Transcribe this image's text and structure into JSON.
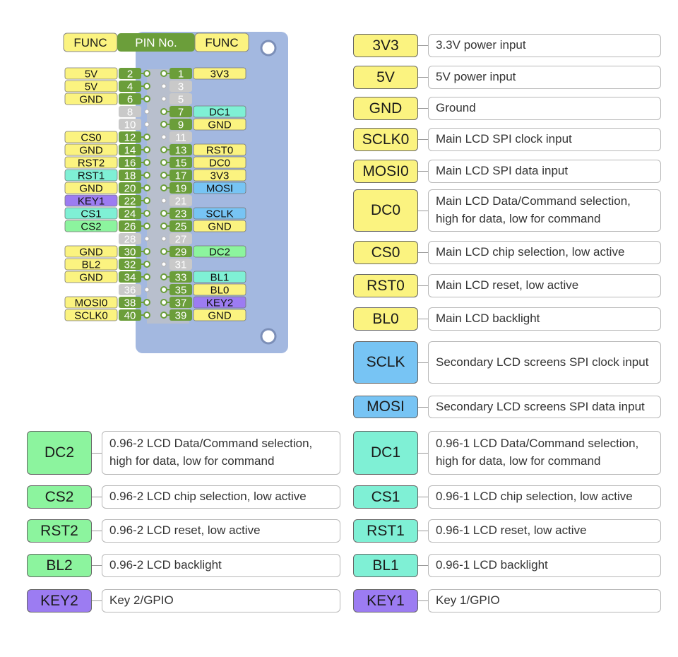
{
  "header": {
    "func_left": "FUNC",
    "pin_no": "PIN No.",
    "func_right": "FUNC"
  },
  "colors": {
    "yellow": "#fbf380",
    "green_pin": "#6b9e3a",
    "gray_pin": "#c9c9c9",
    "cyan": "#7ff0d5",
    "blue": "#77c4f4",
    "purple": "#9c7cf2",
    "mint": "#8cf49e",
    "board": "#a3b8e0"
  },
  "pins": [
    {
      "n": "1",
      "func": "3V3",
      "color": "yellow",
      "active": true
    },
    {
      "n": "2",
      "func": "5V",
      "color": "yellow",
      "active": true
    },
    {
      "n": "3",
      "func": "",
      "color": "",
      "active": false
    },
    {
      "n": "4",
      "func": "5V",
      "color": "yellow",
      "active": true
    },
    {
      "n": "5",
      "func": "",
      "color": "",
      "active": false
    },
    {
      "n": "6",
      "func": "GND",
      "color": "yellow",
      "active": true
    },
    {
      "n": "7",
      "func": "DC1",
      "color": "cyan",
      "active": true
    },
    {
      "n": "8",
      "func": "",
      "color": "",
      "active": false
    },
    {
      "n": "9",
      "func": "GND",
      "color": "yellow",
      "active": true
    },
    {
      "n": "10",
      "func": "",
      "color": "",
      "active": false
    },
    {
      "n": "11",
      "func": "",
      "color": "",
      "active": false
    },
    {
      "n": "12",
      "func": "CS0",
      "color": "yellow",
      "active": true
    },
    {
      "n": "13",
      "func": "RST0",
      "color": "yellow",
      "active": true
    },
    {
      "n": "14",
      "func": "GND",
      "color": "yellow",
      "active": true
    },
    {
      "n": "15",
      "func": "DC0",
      "color": "yellow",
      "active": true
    },
    {
      "n": "16",
      "func": "RST2",
      "color": "yellow",
      "active": true
    },
    {
      "n": "17",
      "func": "3V3",
      "color": "yellow",
      "active": true
    },
    {
      "n": "18",
      "func": "RST1",
      "color": "cyan",
      "active": true
    },
    {
      "n": "19",
      "func": "MOSI",
      "color": "blue",
      "active": true
    },
    {
      "n": "20",
      "func": "GND",
      "color": "yellow",
      "active": true
    },
    {
      "n": "21",
      "func": "",
      "color": "",
      "active": false
    },
    {
      "n": "22",
      "func": "KEY1",
      "color": "purple",
      "active": true
    },
    {
      "n": "23",
      "func": "SCLK",
      "color": "blue",
      "active": true
    },
    {
      "n": "24",
      "func": "CS1",
      "color": "cyan",
      "active": true
    },
    {
      "n": "25",
      "func": "GND",
      "color": "yellow",
      "active": true
    },
    {
      "n": "26",
      "func": "CS2",
      "color": "mint",
      "active": true
    },
    {
      "n": "27",
      "func": "",
      "color": "",
      "active": false
    },
    {
      "n": "28",
      "func": "",
      "color": "",
      "active": false
    },
    {
      "n": "29",
      "func": "DC2",
      "color": "mint",
      "active": true
    },
    {
      "n": "30",
      "func": "GND",
      "color": "yellow",
      "active": true
    },
    {
      "n": "31",
      "func": "",
      "color": "",
      "active": false
    },
    {
      "n": "32",
      "func": "BL2",
      "color": "yellow",
      "active": true
    },
    {
      "n": "33",
      "func": "BL1",
      "color": "cyan",
      "active": true
    },
    {
      "n": "34",
      "func": "GND",
      "color": "yellow",
      "active": true
    },
    {
      "n": "35",
      "func": "BL0",
      "color": "yellow",
      "active": true
    },
    {
      "n": "36",
      "func": "",
      "color": "",
      "active": false
    },
    {
      "n": "37",
      "func": "KEY2",
      "color": "purple",
      "active": true
    },
    {
      "n": "38",
      "func": "MOSI0",
      "color": "yellow",
      "active": true
    },
    {
      "n": "39",
      "func": "GND",
      "color": "yellow",
      "active": true
    },
    {
      "n": "40",
      "func": "SCLK0",
      "color": "yellow",
      "active": true
    }
  ],
  "legend_right": [
    {
      "label": "3V3",
      "desc": "3.3V power input",
      "color": "yellow"
    },
    {
      "label": "5V",
      "desc": "5V power input",
      "color": "yellow"
    },
    {
      "label": "GND",
      "desc": "Ground",
      "color": "yellow"
    },
    {
      "label": "SCLK0",
      "desc": "Main LCD SPI clock input",
      "color": "yellow"
    },
    {
      "label": "MOSI0",
      "desc": "Main LCD SPI data input",
      "color": "yellow"
    },
    {
      "label": "DC0",
      "desc": "Main LCD Data/Command selection, high for data, low for command",
      "color": "yellow"
    },
    {
      "label": "CS0",
      "desc": "Main LCD chip selection, low active",
      "color": "yellow"
    },
    {
      "label": "RST0",
      "desc": "Main LCD reset, low active",
      "color": "yellow"
    },
    {
      "label": "BL0",
      "desc": "Main LCD backlight",
      "color": "yellow"
    },
    {
      "label": "SCLK",
      "desc": "Secondary LCD screens SPI clock input",
      "color": "blue"
    },
    {
      "label": "MOSI",
      "desc": "Secondary LCD screens SPI data input",
      "color": "blue"
    },
    {
      "label": "DC1",
      "desc": "0.96-1 LCD Data/Command selection, high for data, low for command",
      "color": "cyan"
    },
    {
      "label": "CS1",
      "desc": "0.96-1 LCD chip selection, low active",
      "color": "cyan"
    },
    {
      "label": "RST1",
      "desc": "0.96-1 LCD reset, low active",
      "color": "cyan"
    },
    {
      "label": "BL1",
      "desc": "0.96-1 LCD backlight",
      "color": "cyan"
    },
    {
      "label": "KEY1",
      "desc": "Key 1/GPIO",
      "color": "purple"
    }
  ],
  "legend_left": [
    {
      "label": "DC2",
      "desc": "0.96-2 LCD Data/Command selection, high for data, low for command",
      "color": "mint"
    },
    {
      "label": "CS2",
      "desc": "0.96-2 LCD chip selection, low active",
      "color": "mint"
    },
    {
      "label": "RST2",
      "desc": "0.96-2 LCD reset, low active",
      "color": "mint"
    },
    {
      "label": "BL2",
      "desc": "0.96-2 LCD backlight",
      "color": "mint"
    },
    {
      "label": "KEY2",
      "desc": "Key 2/GPIO",
      "color": "purple"
    }
  ]
}
